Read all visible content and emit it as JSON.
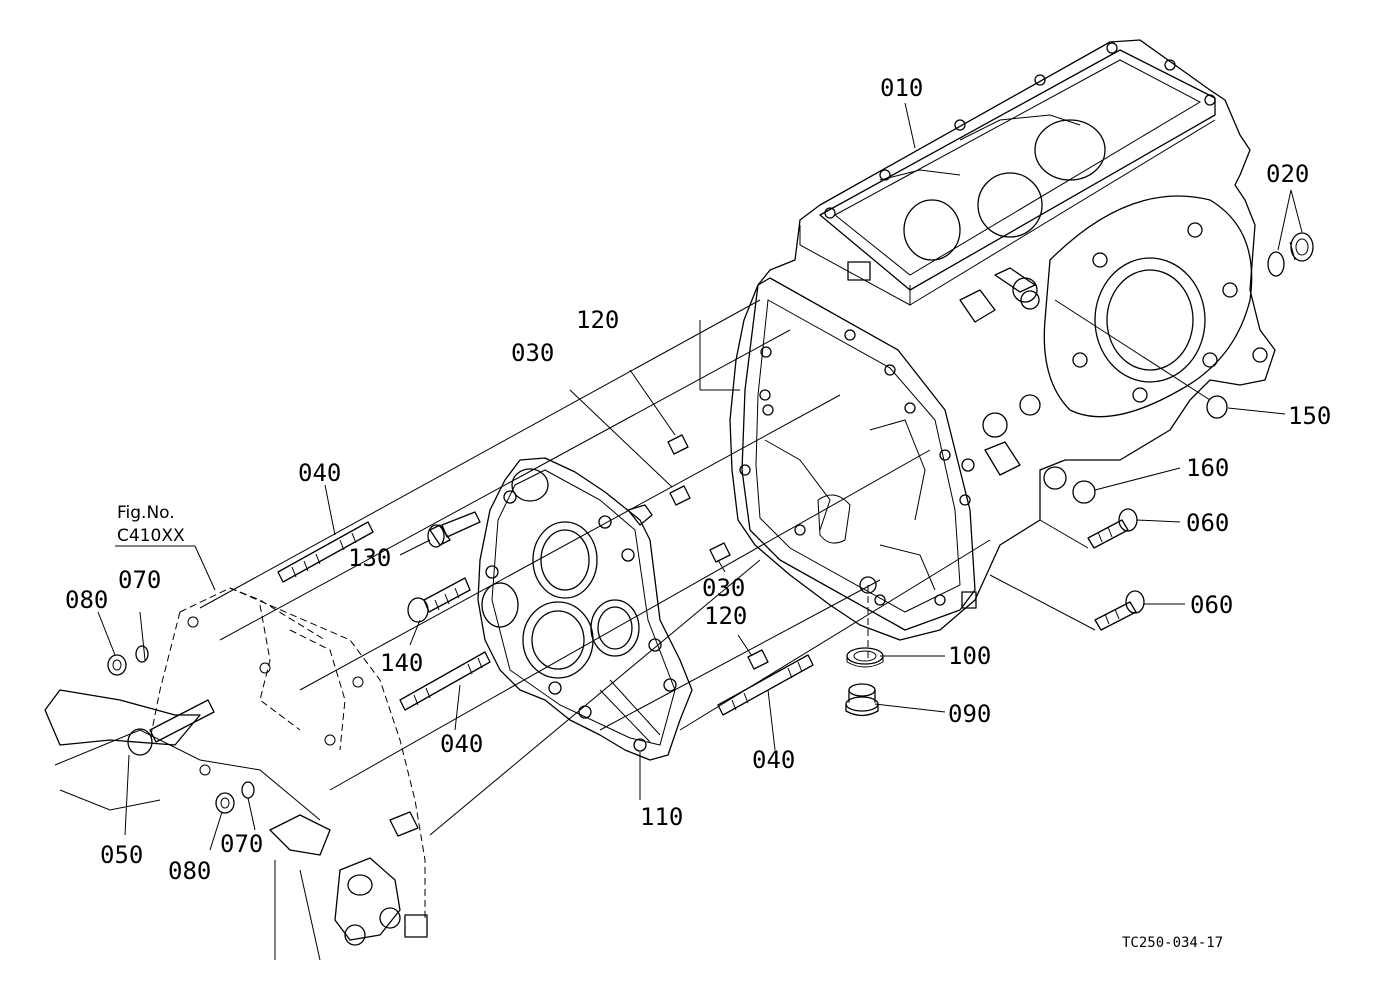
{
  "figure_ref": {
    "line1": "Fig.No.",
    "line2": "C410XX"
  },
  "drawing_code": "TC250-034-17",
  "callouts": {
    "c010": "010",
    "c020": "020",
    "c030_top": "030",
    "c030_mid": "030",
    "c040_left": "040",
    "c040_mid": "040",
    "c040_right": "040",
    "c050": "050",
    "c060_top": "060",
    "c060_bottom": "060",
    "c070_top": "070",
    "c070_bottom": "070",
    "c080_top": "080",
    "c080_bottom": "080",
    "c090": "090",
    "c100": "100",
    "c110": "110",
    "c120_top": "120",
    "c120_mid": "120",
    "c130": "130",
    "c140": "140",
    "c150": "150",
    "c160": "160"
  }
}
